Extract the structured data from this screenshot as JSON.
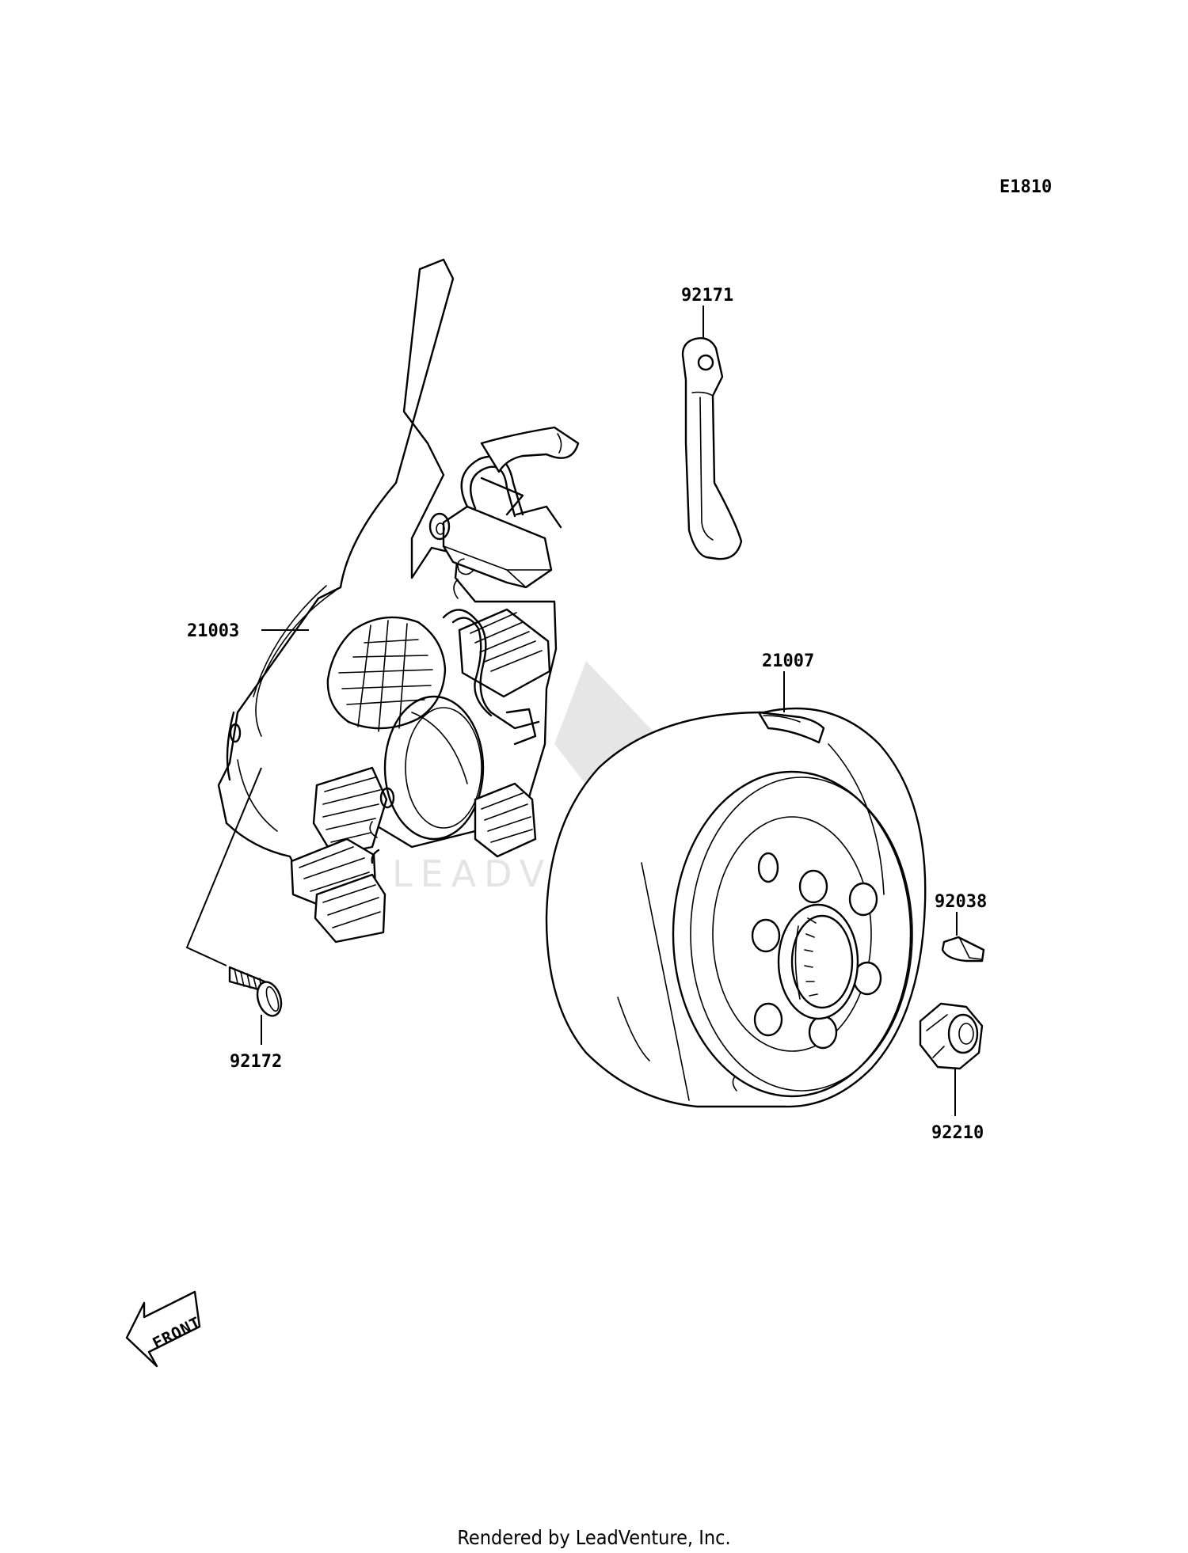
{
  "diagram_code": "E1810",
  "watermark": "LEADVENTURE",
  "footer": "Rendered by LeadVenture, Inc.",
  "front_arrow_text": "FRONT",
  "parts": [
    {
      "number": "92171"
    },
    {
      "number": "21003"
    },
    {
      "number": "21007"
    },
    {
      "number": "92038"
    },
    {
      "number": "92172"
    },
    {
      "number": "92210"
    }
  ]
}
